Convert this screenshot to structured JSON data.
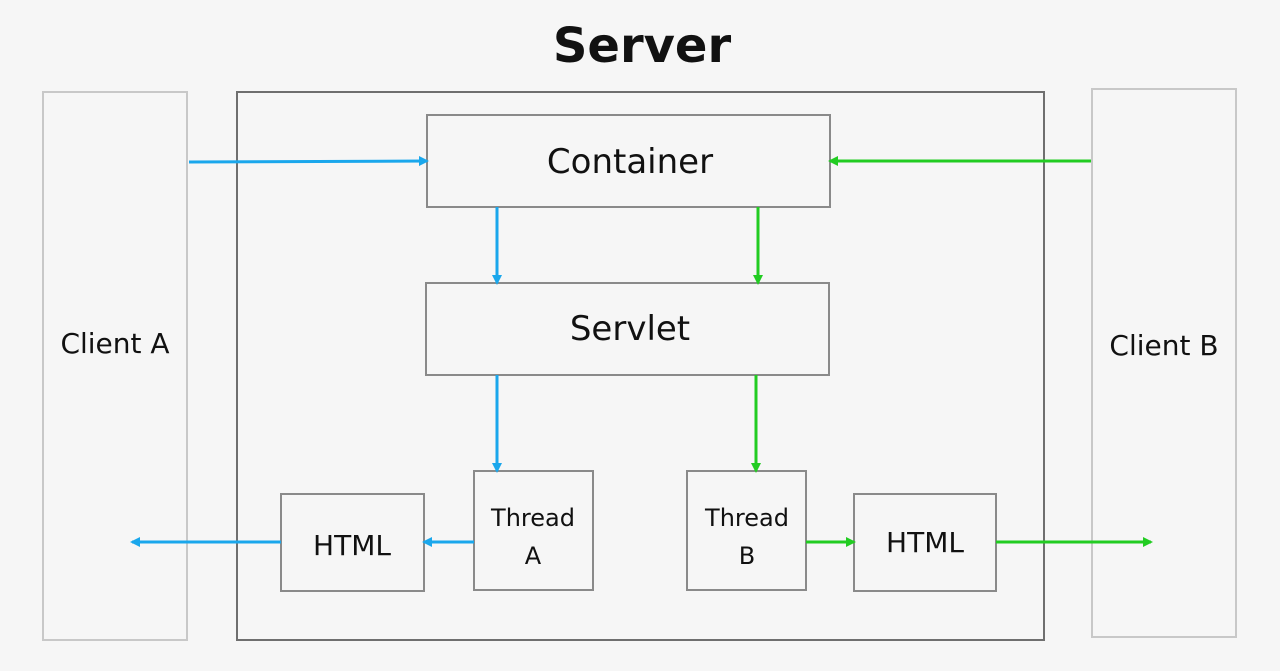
{
  "title": "Server",
  "nodes": {
    "client_a": "Client A",
    "client_b": "Client B",
    "container": "Container",
    "servlet": "Servlet",
    "thread_a_line1": "Thread",
    "thread_a_line2": "A",
    "thread_b_line1": "Thread",
    "thread_b_line2": "B",
    "html_a": "HTML",
    "html_b": "HTML"
  },
  "colors": {
    "background": "#f6f6f6",
    "client_a_flow": "#1aa7ec",
    "client_b_flow": "#22cc22",
    "server_border": "#6f6f6f",
    "box_border": "#8a8a8a",
    "client_border": "#c8c8c8",
    "text": "#111111"
  }
}
